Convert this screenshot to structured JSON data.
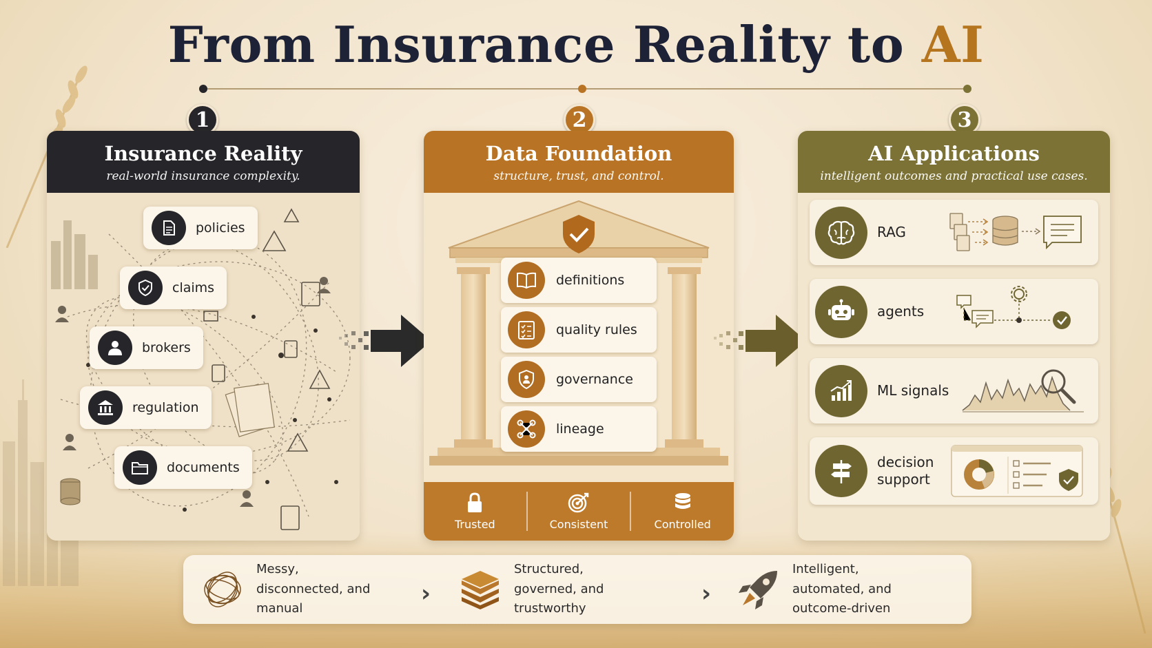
{
  "title": {
    "main": "From Insurance Reality to ",
    "accent": "AI"
  },
  "colors": {
    "dark": "#25252a",
    "amber": "#b87424",
    "olive": "#7c7236",
    "title": "#1e2236"
  },
  "steps": [
    {
      "number": "1",
      "title": "Insurance Reality",
      "subtitle": "real-world insurance complexity.",
      "items": [
        {
          "label": "policies",
          "icon": "document-icon"
        },
        {
          "label": "claims",
          "icon": "shield-check-icon"
        },
        {
          "label": "brokers",
          "icon": "person-icon"
        },
        {
          "label": "regulation",
          "icon": "bank-icon"
        },
        {
          "label": "documents",
          "icon": "folder-icon"
        }
      ]
    },
    {
      "number": "2",
      "title": "Data Foundation",
      "subtitle": "structure, trust, and control.",
      "items": [
        {
          "label": "definitions",
          "icon": "book-icon"
        },
        {
          "label": "quality rules",
          "icon": "checklist-icon"
        },
        {
          "label": "governance",
          "icon": "shield-person-icon"
        },
        {
          "label": "lineage",
          "icon": "nodes-icon"
        }
      ],
      "pillars": [
        {
          "label": "Trusted",
          "icon": "lock-icon"
        },
        {
          "label": "Consistent",
          "icon": "target-icon"
        },
        {
          "label": "Controlled",
          "icon": "database-icon"
        }
      ]
    },
    {
      "number": "3",
      "title": "AI Applications",
      "subtitle": "intelligent outcomes and practical use cases.",
      "items": [
        {
          "label": "RAG",
          "icon": "brain-icon"
        },
        {
          "label": "agents",
          "icon": "robot-icon"
        },
        {
          "label": "ML signals",
          "icon": "growth-chart-icon"
        },
        {
          "label": "decision support",
          "icon": "signpost-icon"
        }
      ]
    }
  ],
  "summary": [
    {
      "text": "Messy, disconnected, and manual",
      "icon": "tangle-icon"
    },
    {
      "text": "Structured, governed, and trustworthy",
      "icon": "layers-icon"
    },
    {
      "text": "Intelligent, automated, and outcome-driven",
      "icon": "rocket-icon"
    }
  ]
}
